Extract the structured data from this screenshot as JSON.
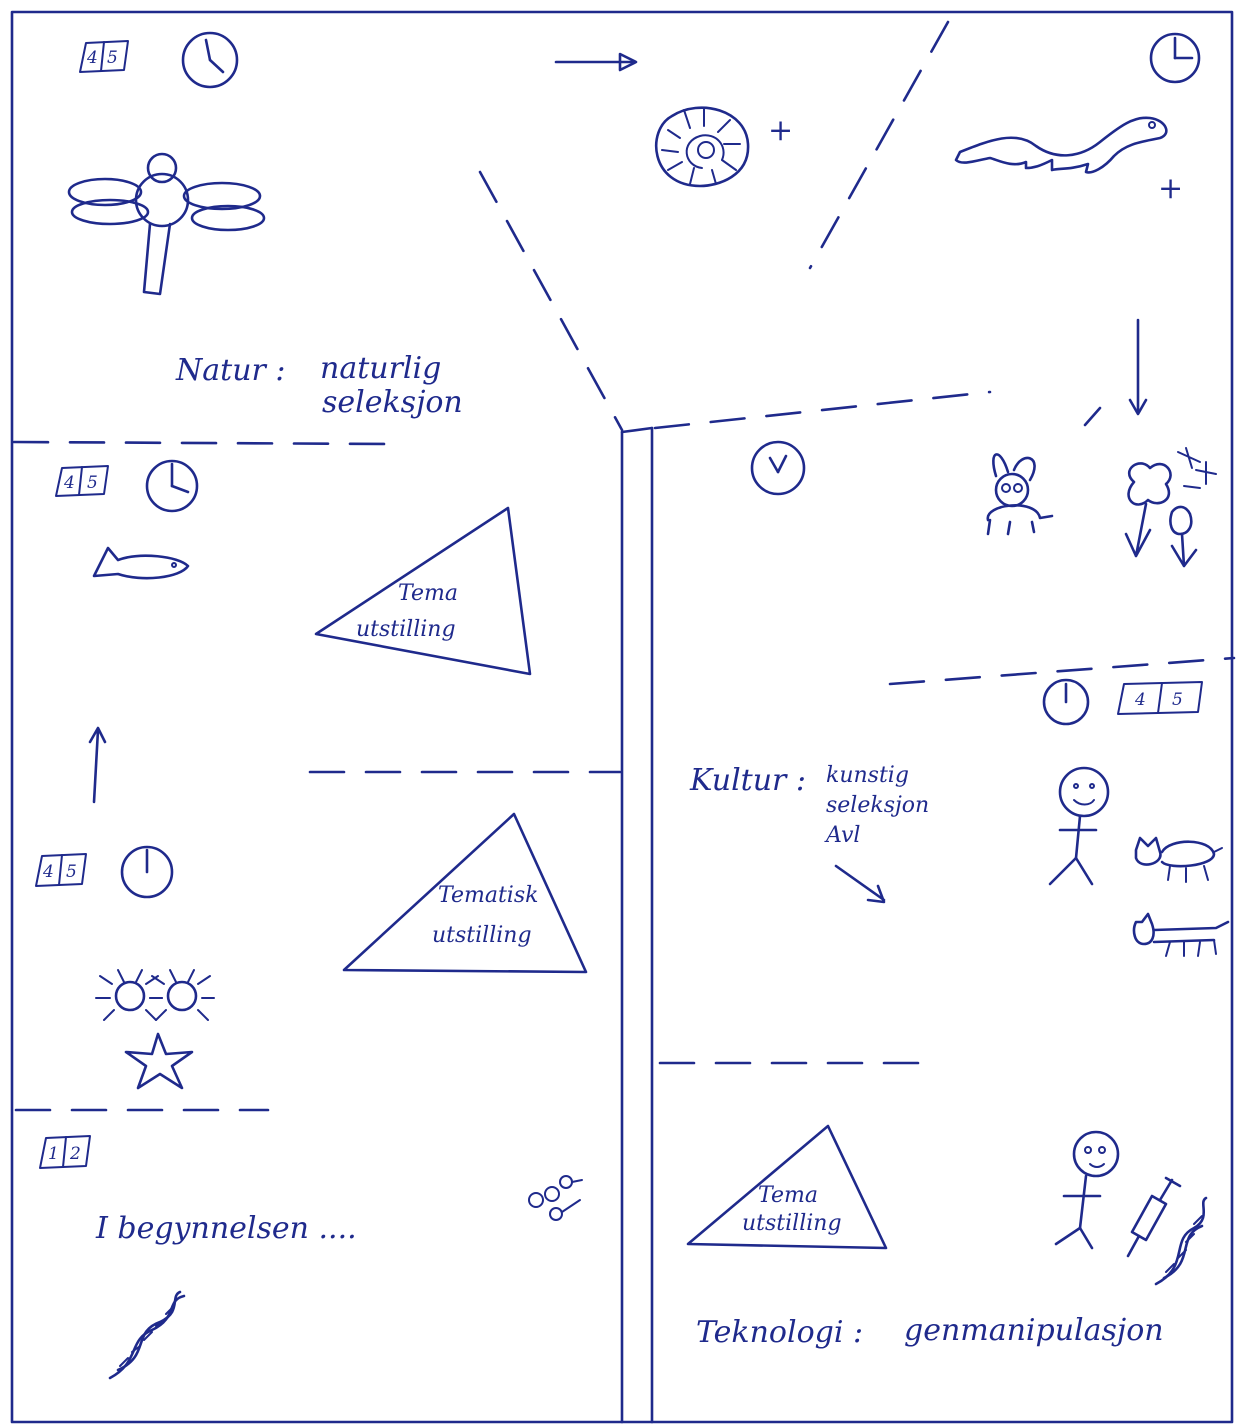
{
  "zones": {
    "natur": {
      "title": "Natur :",
      "line1": "naturlig",
      "line2": "seleksjon"
    },
    "kultur": {
      "title": "Kultur :",
      "line1": "kunstig",
      "line2": "seleksjon",
      "line3": "Avl"
    },
    "teknologi": {
      "title": "Teknologi :",
      "line1": "genmanipulasjon"
    },
    "begynnelsen": {
      "title": "I begynnelsen ...."
    }
  },
  "exhibitions": {
    "tema_1": {
      "line1": "Tema",
      "line2": "utstilling"
    },
    "tematisk": {
      "line1": "Tematisk",
      "line2": "utstilling"
    },
    "tema_2": {
      "line1": "Tema",
      "line2": "utstilling"
    }
  },
  "badges": {
    "natur": {
      "a": "4",
      "b": "5"
    },
    "fish": {
      "a": "4",
      "b": "5"
    },
    "bugs": {
      "a": "4",
      "b": "5"
    },
    "begynnelsen": {
      "a": "1",
      "b": "2"
    },
    "kultur": {
      "a": "4",
      "b": "5"
    }
  },
  "extinct_marks": {
    "ammonite": "+",
    "reptile": "+"
  },
  "colors": {
    "ink": "#1f2a8c",
    "paper": "#ffffff"
  }
}
